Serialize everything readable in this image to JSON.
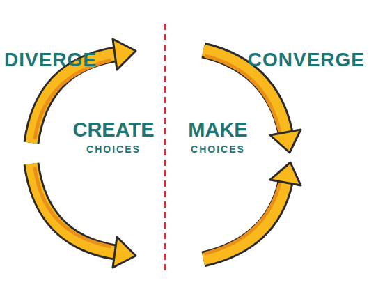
{
  "diagram": {
    "labels": [
      "DIVERGE",
      "CREATE",
      "CHOICES",
      "CONVERGE",
      "MAKE",
      "CHOICES"
    ]
  }
}
